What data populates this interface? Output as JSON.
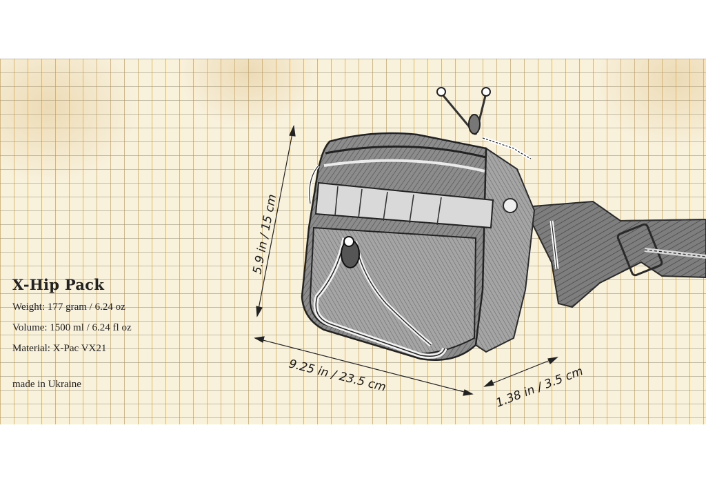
{
  "product": {
    "title": "X-Hip Pack",
    "weight": "Weight: 177 gram / 6.24 oz",
    "volume": "Volume: 1500 ml / 6.24 fl oz",
    "material": "Material: X-Pac VX21",
    "origin": "made in Ukraine"
  },
  "dimensions": {
    "height": "5.9 in / 15 cm",
    "width": "9.25 in / 23.5 cm",
    "depth": "1.38 in / 3.5 cm"
  },
  "colors": {
    "paper": "#f8f1dc",
    "grid": "#b08a48",
    "ink": "#1a1a1a"
  },
  "icons": [
    "hip-pack-sketch"
  ]
}
